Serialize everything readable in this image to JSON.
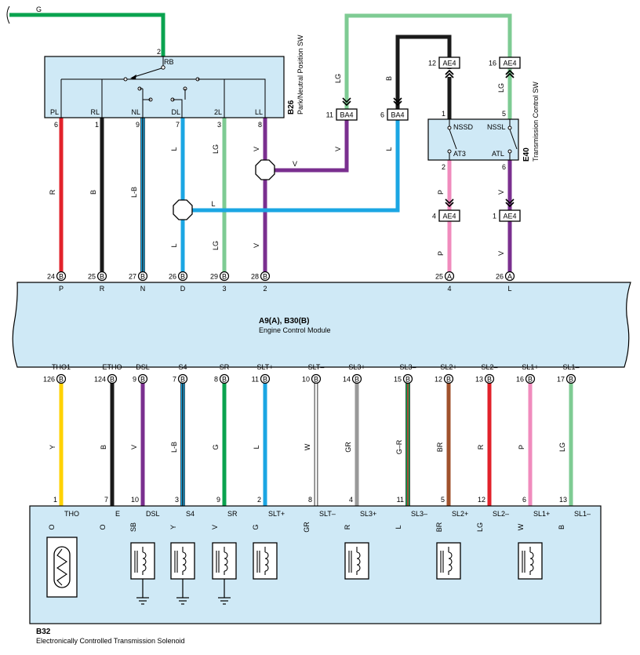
{
  "colors": {
    "R": "#e2222b",
    "B": "#1a1a1a",
    "L": "#1ba6e3",
    "LG": "#7ecb93",
    "V": "#7a2f8f",
    "P": "#f08bbd",
    "G": "#0aa34f",
    "Y": "#ffd200",
    "W": "#ffffff",
    "GR": "#999999",
    "BR": "#a0522d",
    "O": "#f7941d",
    "SB": "#8fd3f4",
    "box": "#cfe9f6"
  },
  "top_wire": {
    "color": "G",
    "label": "G",
    "pin": "2"
  },
  "pnp_switch": {
    "id": "B26",
    "name": "Park/Neutral Position SW",
    "common_label": "RB",
    "terminals": [
      {
        "label": "PL",
        "pin": "6"
      },
      {
        "label": "RL",
        "pin": "1"
      },
      {
        "label": "NL",
        "pin": "9"
      },
      {
        "label": "DL",
        "pin": "7"
      },
      {
        "label": "2L",
        "pin": "3"
      },
      {
        "label": "LL",
        "pin": "8"
      }
    ]
  },
  "tcs": {
    "id": "E40",
    "name": "Transmission Control SW",
    "top_pins": [
      "1",
      "5"
    ],
    "bottom_pins": [
      "2",
      "6"
    ],
    "labels": [
      "NSSD",
      "NSSL",
      "AT3",
      "ATL"
    ]
  },
  "connectors": [
    {
      "key": "ae4_12",
      "pin": "12",
      "code": "AE4"
    },
    {
      "key": "ae4_16",
      "pin": "16",
      "code": "AE4"
    },
    {
      "key": "ba4_11",
      "pin": "11",
      "code": "BA4"
    },
    {
      "key": "ba4_6",
      "pin": "6",
      "code": "BA4"
    },
    {
      "key": "ae4_4",
      "pin": "4",
      "code": "AE4"
    },
    {
      "key": "ae4_1",
      "pin": "1",
      "code": "AE4"
    }
  ],
  "wire_labels": [
    {
      "key": "w_r",
      "text": "R"
    },
    {
      "key": "w_b1",
      "text": "B"
    },
    {
      "key": "w_lb1",
      "text": "L-B"
    },
    {
      "key": "w_l1",
      "text": "L"
    },
    {
      "key": "w_l2",
      "text": "L"
    },
    {
      "key": "w_lg1",
      "text": "LG"
    },
    {
      "key": "w_lg2",
      "text": "LG"
    },
    {
      "key": "w_v1",
      "text": "V"
    },
    {
      "key": "w_v2",
      "text": "V"
    },
    {
      "key": "w_lg_top",
      "text": "LG"
    },
    {
      "key": "w_b_top",
      "text": "B"
    },
    {
      "key": "w_v_ba",
      "text": "V"
    },
    {
      "key": "w_l_ba",
      "text": "L"
    },
    {
      "key": "w_v_h",
      "text": "V"
    },
    {
      "key": "w_l_h",
      "text": "L"
    },
    {
      "key": "w_lg_ae",
      "text": "LG"
    },
    {
      "key": "w_p1",
      "text": "P"
    },
    {
      "key": "w_v3",
      "text": "V"
    },
    {
      "key": "w_p2",
      "text": "P"
    },
    {
      "key": "w_v4",
      "text": "V"
    }
  ],
  "ecm": {
    "id": "A9(A), B30(B)",
    "name": "Engine Control Module",
    "top_pins": [
      {
        "pin": "24",
        "conn": "B",
        "label": "P"
      },
      {
        "pin": "25",
        "conn": "B",
        "label": "R"
      },
      {
        "pin": "27",
        "conn": "B",
        "label": "N"
      },
      {
        "pin": "26",
        "conn": "B",
        "label": "D"
      },
      {
        "pin": "29",
        "conn": "B",
        "label": "3"
      },
      {
        "pin": "28",
        "conn": "B",
        "label": "2"
      },
      {
        "pin": "25",
        "conn": "A",
        "label": "4"
      },
      {
        "pin": "26",
        "conn": "A",
        "label": "L"
      }
    ],
    "bottom_pins": [
      {
        "pin": "126",
        "conn": "B",
        "label": "THO1",
        "wire": "Y"
      },
      {
        "pin": "124",
        "conn": "B",
        "label": "ETHO",
        "wire": "B"
      },
      {
        "pin": "9",
        "conn": "B",
        "label": "DSL",
        "wire": "V"
      },
      {
        "pin": "7",
        "conn": "B",
        "label": "S4",
        "wire": "L-B"
      },
      {
        "pin": "8",
        "conn": "B",
        "label": "SR",
        "wire": "G"
      },
      {
        "pin": "11",
        "conn": "B",
        "label": "SLT+",
        "wire": "L"
      },
      {
        "pin": "10",
        "conn": "B",
        "label": "SLT–",
        "wire": "W"
      },
      {
        "pin": "14",
        "conn": "B",
        "label": "SL3+",
        "wire": "GR"
      },
      {
        "pin": "15",
        "conn": "B",
        "label": "SL3–",
        "wire": "G–R"
      },
      {
        "pin": "12",
        "conn": "B",
        "label": "SL2+",
        "wire": "BR"
      },
      {
        "pin": "13",
        "conn": "B",
        "label": "SL2–",
        "wire": "R"
      },
      {
        "pin": "16",
        "conn": "B",
        "label": "SL1+",
        "wire": "P"
      },
      {
        "pin": "17",
        "conn": "B",
        "label": "SL1–",
        "wire": "LG"
      }
    ]
  },
  "solenoid": {
    "id": "B32",
    "name": "Electronically Controlled Transmission Solenoid",
    "pins": [
      {
        "pin": "1",
        "label": "THO",
        "inner": "O"
      },
      {
        "pin": "7",
        "label": "E",
        "inner": "O"
      },
      {
        "pin": "10",
        "label": "DSL",
        "inner": "SB"
      },
      {
        "pin": "3",
        "label": "S4",
        "inner": "Y"
      },
      {
        "pin": "9",
        "label": "SR",
        "inner": "V"
      },
      {
        "pin": "2",
        "label": "SLT+",
        "inner": "G"
      },
      {
        "pin": "8",
        "label": "SLT–",
        "inner": "GR"
      },
      {
        "pin": "4",
        "label": "SL3+",
        "inner": "R"
      },
      {
        "pin": "11",
        "label": "SL3–",
        "inner": "L"
      },
      {
        "pin": "5",
        "label": "SL2+",
        "inner": "BR"
      },
      {
        "pin": "12",
        "label": "SL2–",
        "inner": "LG"
      },
      {
        "pin": "6",
        "label": "SL1+",
        "inner": "W"
      },
      {
        "pin": "13",
        "label": "SL1–",
        "inner": "B"
      }
    ]
  }
}
